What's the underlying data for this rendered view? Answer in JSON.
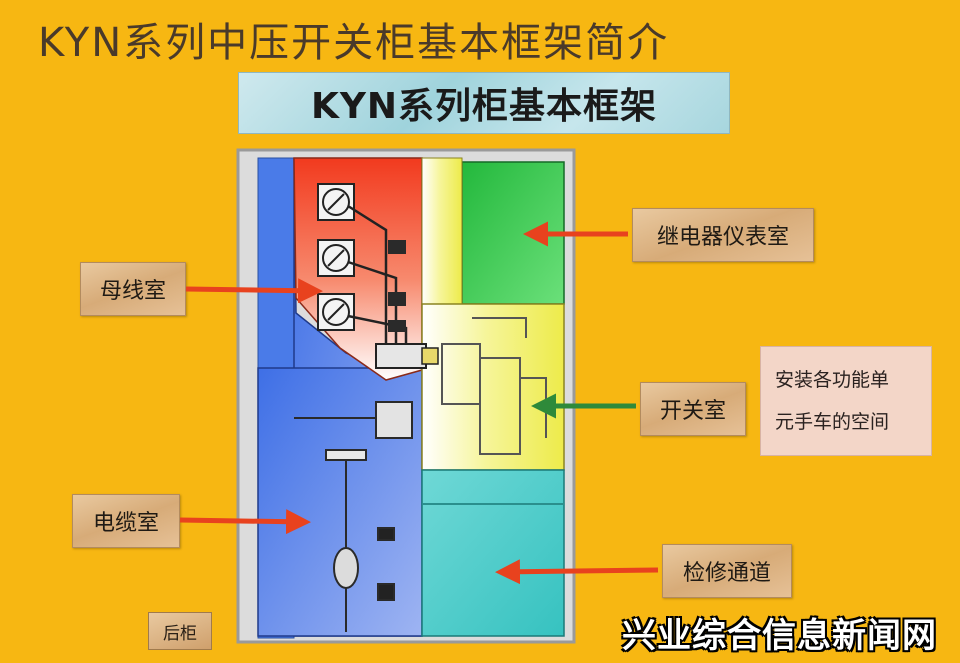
{
  "title": "KYN系列中压开关柜基本框架简介",
  "subtitle": "KYN系列柜基本框架",
  "labels": {
    "busbar_room": "母线室",
    "relay_room": "继电器仪表室",
    "switch_room": "开关室",
    "cable_room": "电缆室",
    "maintenance": "检修通道",
    "rear": "后柜"
  },
  "note": {
    "line1": "安装各功能单",
    "line2": "元手车的空间"
  },
  "watermark": "兴业综合信息新闻网",
  "colors": {
    "background": "#F7B712",
    "busbar": "#F24A2A",
    "relay": "#2EC84A",
    "switch": "#F2F04A",
    "cable": "#4A7BE8",
    "maintenance": "#3FC9C6",
    "arrow_red": "#E8421E",
    "arrow_green": "#2E8A3A"
  }
}
